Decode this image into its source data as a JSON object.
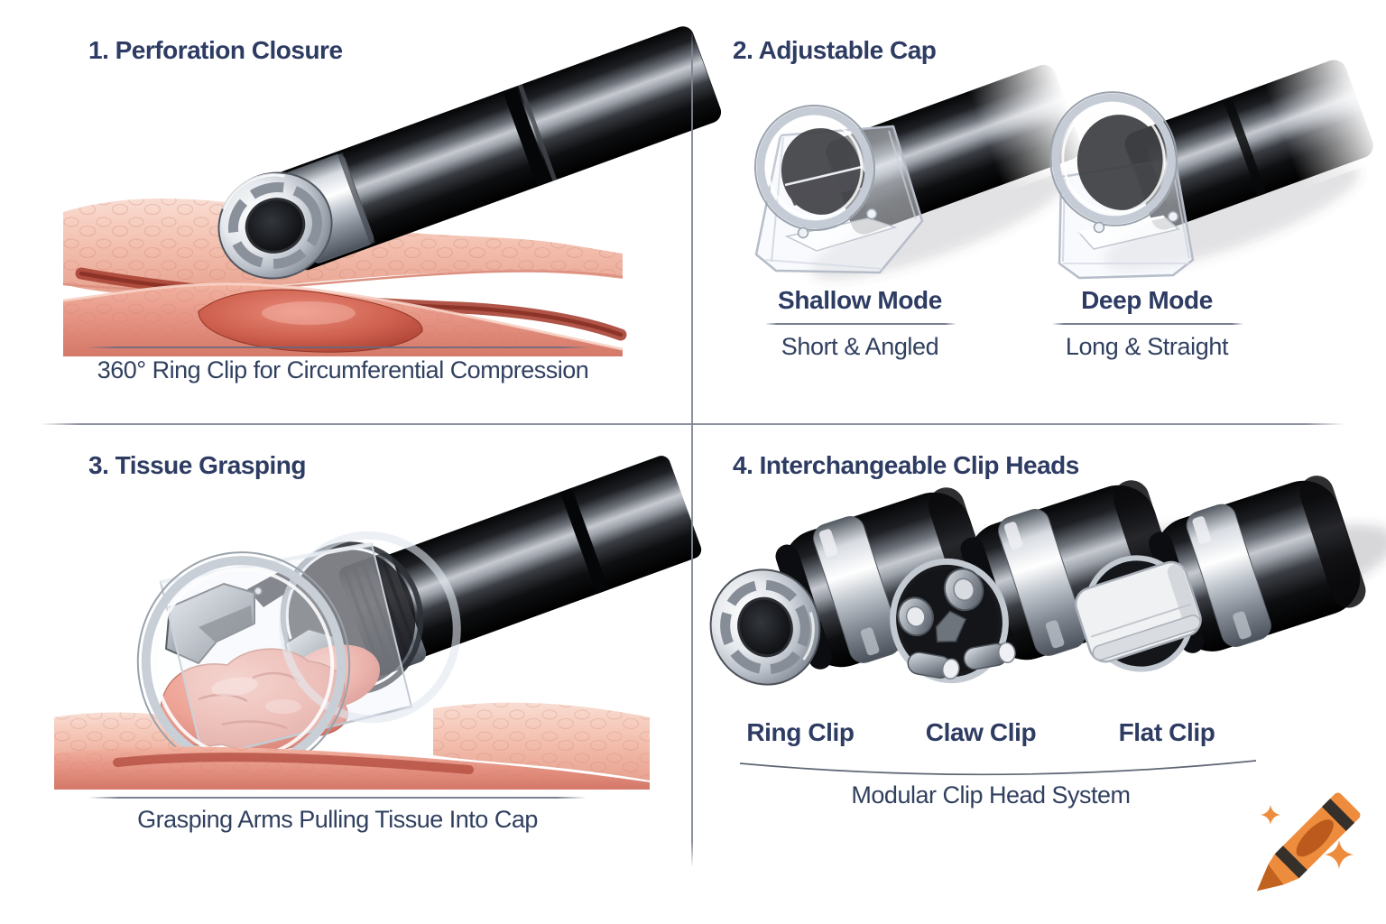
{
  "figure": {
    "type": "medical-device-diagram",
    "subject": "endoscopic clip system"
  },
  "quadrants": {
    "q1": {
      "title": "1. Perforation Closure",
      "caption": "360° Ring Clip for Circumferential Compression"
    },
    "q2": {
      "title": "2. Adjustable Cap",
      "modes": [
        {
          "name": "Shallow Mode",
          "detail": "Short & Angled"
        },
        {
          "name": "Deep Mode",
          "detail": "Long & Straight"
        }
      ]
    },
    "q3": {
      "title": "3. Tissue Grasping",
      "caption": "Grasping Arms Pulling Tissue Into Cap"
    },
    "q4": {
      "title": "4. Interchangeable Clip Heads",
      "clips": [
        {
          "label": "Ring Clip"
        },
        {
          "label": "Claw Clip"
        },
        {
          "label": "Flat Clip"
        }
      ],
      "caption": "Modular Clip Head System"
    }
  },
  "colors": {
    "title_text": "#2e3c63",
    "caption_text": "#31405f",
    "divider_gray": "#82868f",
    "logo_orange": "#ee8c3e",
    "logo_tip_orange": "#c2621f",
    "logo_stripe": "#35302a",
    "tissue_pink": "#f3bfae",
    "tissue_red": "#aa4033",
    "scope_black": "#0a0b0d",
    "metal_silver": "#c7cad0"
  }
}
